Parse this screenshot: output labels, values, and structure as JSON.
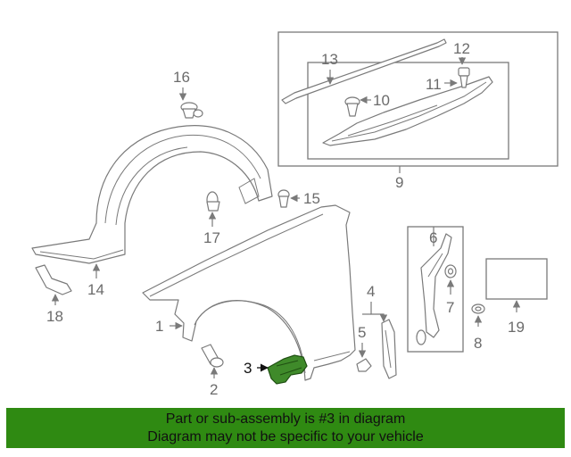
{
  "callouts": {
    "c1": "1",
    "c2": "2",
    "c3": "3",
    "c4": "4",
    "c5": "5",
    "c6": "6",
    "c7": "7",
    "c8": "8",
    "c9": "9",
    "c10": "10",
    "c11": "11",
    "c12": "12",
    "c13": "13",
    "c14": "14",
    "c15": "15",
    "c16": "16",
    "c17": "17",
    "c18": "18",
    "c19": "19"
  },
  "highlight": {
    "part": "3",
    "color": "#3f8a2a"
  },
  "banner": {
    "line1": "Part or sub-assembly is #3 in diagram",
    "line2": "Diagram may not be specific to your vehicle",
    "background": "#2f8a12"
  }
}
